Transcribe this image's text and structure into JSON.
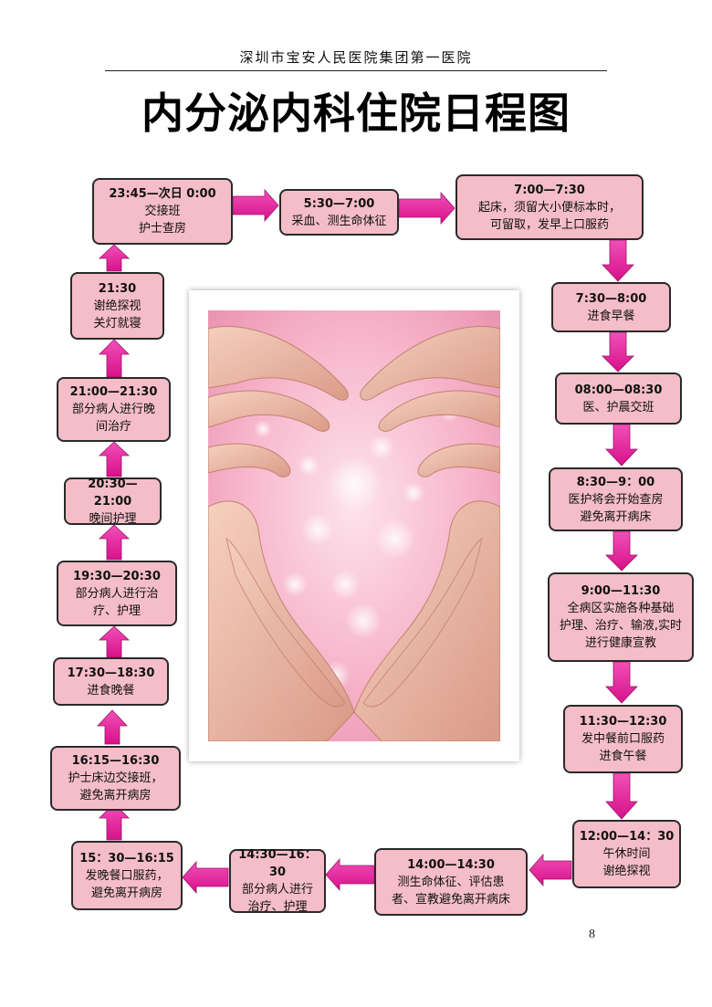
{
  "header": {
    "hospital": "深圳市宝安人民医院集团第一医院",
    "title": "内分泌内科住院日程图"
  },
  "page_number": "8",
  "photo": {
    "description_icon": "heart-hands-icon"
  },
  "colors": {
    "box_fill": "#f4bdc7",
    "arrow": "#e0188f",
    "border": "#2a2a2a"
  },
  "steps": [
    {
      "time": "5:30—7:00",
      "desc": "采血、测生命体征"
    },
    {
      "time": "7:00—7:30",
      "desc": "起床，须留大小便标本时，\n可留取，发早上口服药"
    },
    {
      "time": "7:30—8:00",
      "desc": "进食早餐"
    },
    {
      "time": "08:00—08:30",
      "desc": "医、护晨交班"
    },
    {
      "time": "8:30—9：00",
      "desc": "医护将会开始查房\n避免离开病床"
    },
    {
      "time": "9:00—11:30",
      "desc": "全病区实施各种基础\n护理、治疗、输液,实时\n进行健康宣教"
    },
    {
      "time": "11:30—12:30",
      "desc": "发中餐前口服药\n进食午餐"
    },
    {
      "time": "12:00—14：30",
      "desc": "午休时间\n谢绝探视"
    },
    {
      "time": "14:00—14:30",
      "desc": "测生命体征、评估患\n者、宣教避免离开病床"
    },
    {
      "time": "14:30—16：30",
      "desc": "部分病人进行\n治疗、护理"
    },
    {
      "time": "15：30—16:15",
      "desc": "发晚餐口服药，\n避免离开病房"
    },
    {
      "time": "16:15—16:30",
      "desc": "护士床边交接班，\n避免离开病房"
    },
    {
      "time": "17:30—18:30",
      "desc": "进食晚餐"
    },
    {
      "time": "19:30—20:30",
      "desc": "部分病人进行治\n疗、护理"
    },
    {
      "time": "20:30—21:00",
      "desc": "晚间护理"
    },
    {
      "time": "21:00—21:30",
      "desc": "部分病人进行晚\n间治疗"
    },
    {
      "time": "21:30",
      "desc": "谢绝探视\n关灯就寝"
    },
    {
      "time": "23:45—次日 0:00",
      "desc": "交接班\n护士查房"
    }
  ]
}
